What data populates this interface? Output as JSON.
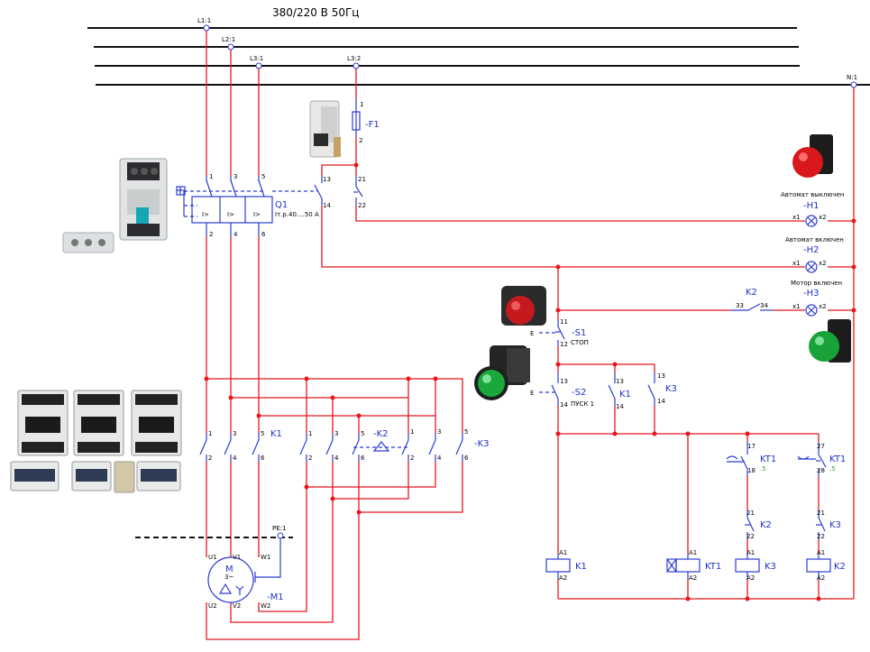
{
  "title": "380/220 В 50Гц",
  "buses": [
    "L1:1",
    "L2:1",
    "L3:1",
    "L3:2",
    "N:1",
    "PE:1"
  ],
  "devices": {
    "f1": "-F1",
    "q1": "Q1",
    "q1_rating": "Iт.р.40....50 A",
    "h1_caption": "Автомат выключен",
    "h1": "-H1",
    "h2_caption": "Автомат включен",
    "h2": "-H2",
    "h3_caption": "Мотор включен",
    "h3": "-H3",
    "s1": "-S1",
    "s1_caption": "СТОП",
    "s2": "-S2",
    "s2_caption": "ПУСК 1",
    "k1": "K1",
    "k2": "K2",
    "k3": "K3",
    "kt1": "KT1",
    "k2_power": "-K2",
    "k3_power": "-K3",
    "m1": "-M1",
    "timer_value": ".5",
    "motor_letter": "M",
    "motor_type": "3~"
  },
  "terminals": {
    "one": "1",
    "two": "2",
    "three": "3",
    "four": "4",
    "five": "5",
    "six": "6",
    "t11": "11",
    "t12": "12",
    "t13": "13",
    "t14": "14",
    "t17": "17",
    "t18": "18",
    "t21": "21",
    "t22": "22",
    "t27": "27",
    "t28": "28",
    "t33": "33",
    "t34": "34",
    "a1": "A1",
    "a2": "A2",
    "x1": "x1",
    "x2": "x2",
    "e": "E",
    "u1": "U1",
    "v1": "V1",
    "w1": "W1",
    "u2": "U2",
    "v2": "V2",
    "w2": "W2"
  },
  "colors": {
    "wire": "#e8161d",
    "symbol": "#2b3cd6",
    "bus": "#111111",
    "timer_value": "#3a9b3a",
    "lamp_red": "#d8181c",
    "lamp_green": "#19a83a"
  }
}
